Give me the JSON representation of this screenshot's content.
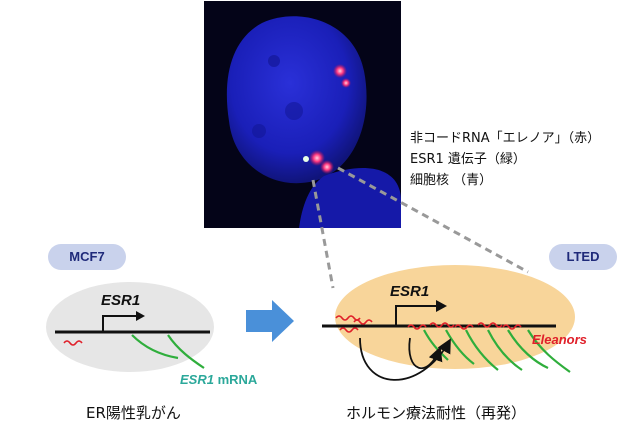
{
  "legend": {
    "line1": "非コードRNA「エレノア」（赤）",
    "line2": "ESR1 遺伝子（緑）",
    "line3": "細胞核 （青）"
  },
  "left_panel": {
    "badge": "MCF7",
    "gene_label": "ESR1",
    "mrna_label_italic": "ESR1",
    "mrna_label_rest": " mRNA",
    "caption": "ER陽性乳がん"
  },
  "right_panel": {
    "badge": "LTED",
    "gene_label": "ESR1",
    "eleanors_label": "Eleanors",
    "caption": "ホルモン療法耐性（再発）"
  },
  "colors": {
    "nucleus_blue": "#1a1fc0",
    "microscopy_bg": "#040418",
    "rna_red": "#e0202a",
    "gene_green": "#2fae3c",
    "arrow_blue": "#4a90d9",
    "left_oval": "#e6e6e6",
    "right_oval": "#f8d59a",
    "badge_bg": "#c9d2ec"
  }
}
